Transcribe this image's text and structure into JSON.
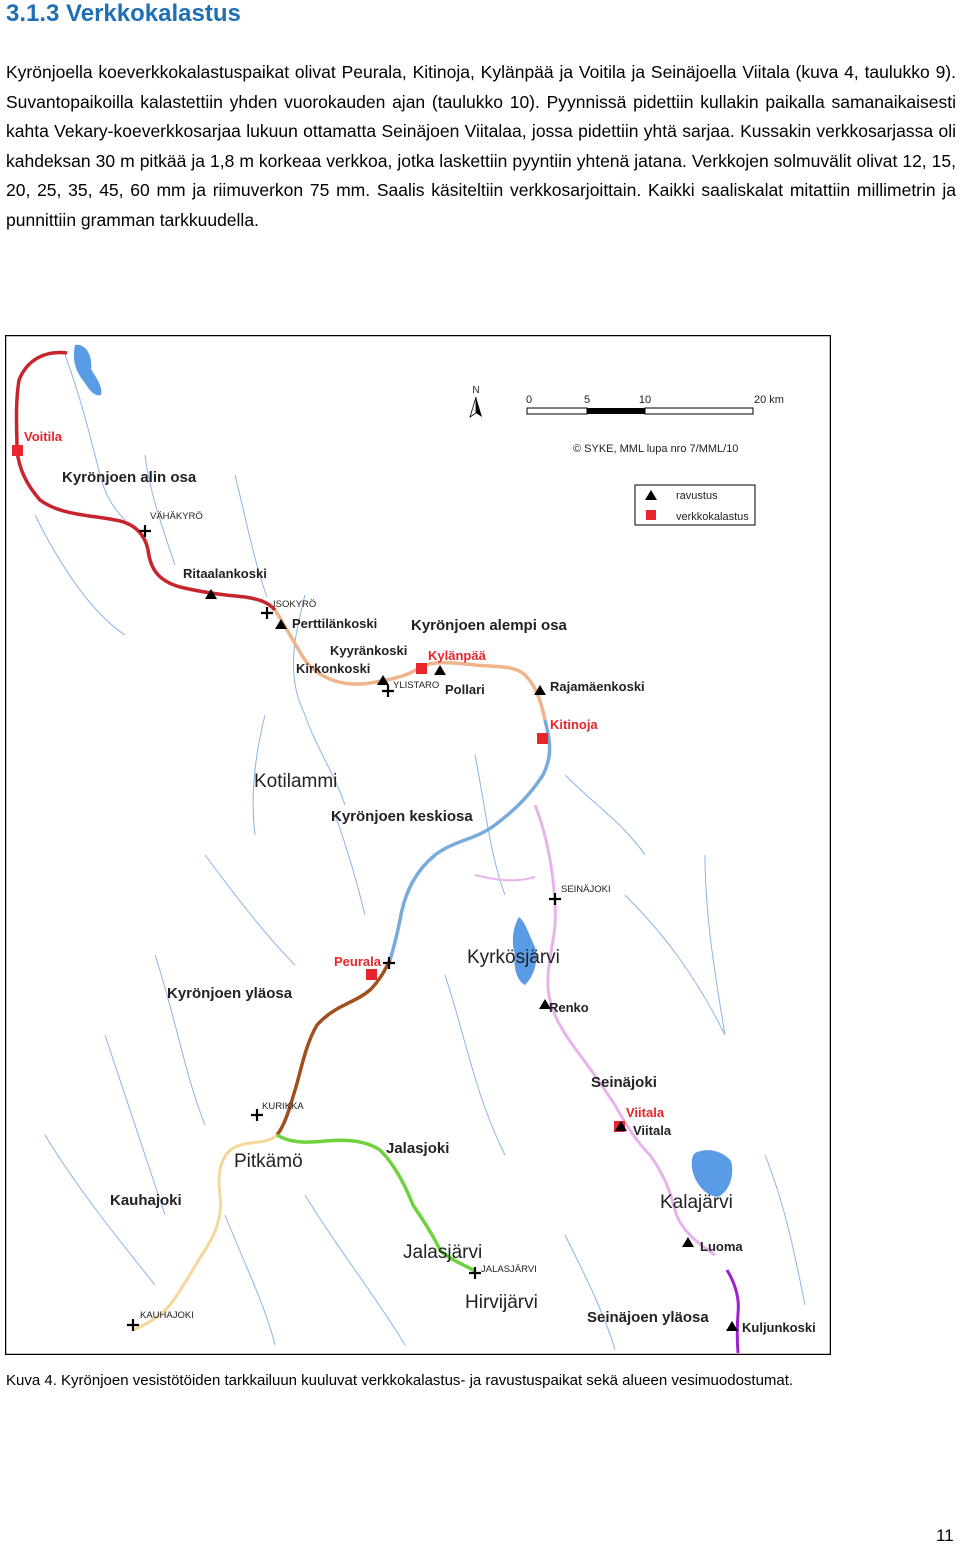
{
  "heading": "3.1.3 Verkkokalastus",
  "paragraph": "Kyrönjoella koeverkkokalastuspaikat olivat Peurala, Kitinoja, Kylänpää ja Voitila ja Seinäjoella Viitala (kuva 4, taulukko 9). Suvantopaikoilla kalastettiin yhden vuorokauden ajan (taulukko 10). Pyynnissä pidettiin kullakin paikalla samanaikaisesti kahta Vekary-koeverkkosarjaa lukuun ottamatta Seinäjoen Viitalaa, jossa pidettiin yhtä sarjaa. Kussakin verkkosarjassa oli kahdeksan 30 m pitkää ja 1,8 m korkeaa verkkoa, jotka laskettiin pyyntiin yhtenä jatana. Verkkojen solmuvälit olivat 12, 15, 20, 25, 35, 45, 60 mm ja riimuverkon 75 mm. Saalis käsiteltiin verkkosarjoittain. Kaikki saaliskalat mitattiin millimetrin ja punnittiin gramman tarkkuudella.",
  "map": {
    "north_label": "N",
    "scale_labels": [
      "0",
      "5",
      "10",
      "20 km"
    ],
    "copyright": "© SYKE, MML lupa nro 7/MML/10",
    "legend": {
      "ravustus": "ravustus",
      "verkkokalastus": "verkkokalastus",
      "ravustus_color": "#000000",
      "verkkokalastus_color": "#e8242c"
    },
    "section_labels": {
      "alin": "Kyrönjoen alin osa",
      "alempi": "Kyrönjoen alempi osa",
      "keskiosa": "Kyrönjoen keskiosa",
      "ylaosa": "Kyrönjoen yläosa",
      "seinajoen_ylaosa": "Seinäjoen yläosa"
    },
    "net_sites": {
      "voitila": "Voitila",
      "kylanpaa": "Kylänpää",
      "kitinoja": "Kitinoja",
      "peurala": "Peurala",
      "viitala": "Viitala"
    },
    "crayfish_sites": {
      "ritaalankoski": "Ritaalankoski",
      "perttilankoski": "Perttilänkoski",
      "kyyrankoski": "Kyyränkoski",
      "kirkonkoski": "Kirkonkoski",
      "pollari": "Pollari",
      "rajamaenkoski": "Rajamäenkoski",
      "renko": "Renko",
      "viitala": "Viitala",
      "luoma": "Luoma",
      "kuljunkoski": "Kuljunkoski"
    },
    "towns": {
      "vahakyro": "VÄHÄKYRÖ",
      "isokyro": "ISOKYRÖ",
      "ylistaro": "YLISTARO",
      "seinajoki": "SEINÄJOKI",
      "kurikka": "KURIKKA",
      "jalasjarvi": "JALASJÄRVI",
      "kauhajoki": "KAUHAJOKI"
    },
    "places": {
      "kotilammi": "Kotilammi",
      "kyrkosjarvi": "Kyrkösjärvi",
      "seinajoki": "Seinäjoki",
      "pitkamo": "Pitkämö",
      "jalasjoki": "Jalasjoki",
      "kauhajoki": "Kauhajoki",
      "kalajarvi": "Kalajärvi",
      "jalasjarvi": "Jalasjärvi",
      "hirvijarvi": "Hirvijärvi"
    },
    "colors": {
      "alin": "#c8242c",
      "alempi": "#f0b48c",
      "keskiosa": "#78aadc",
      "ylaosa": "#a0501e",
      "jalasjoki": "#6ed23c",
      "kauhajoki": "#f5d79b",
      "seinajoki": "#e6b4eb",
      "seinajoki_upper": "#a01ed2",
      "water": "#5a9be6"
    }
  },
  "caption": "Kuva 4. Kyrönjoen vesistötöiden tarkkailuun kuuluvat verkkokalastus- ja ravustuspaikat sekä alueen vesimuodostumat.",
  "page_number": "11"
}
